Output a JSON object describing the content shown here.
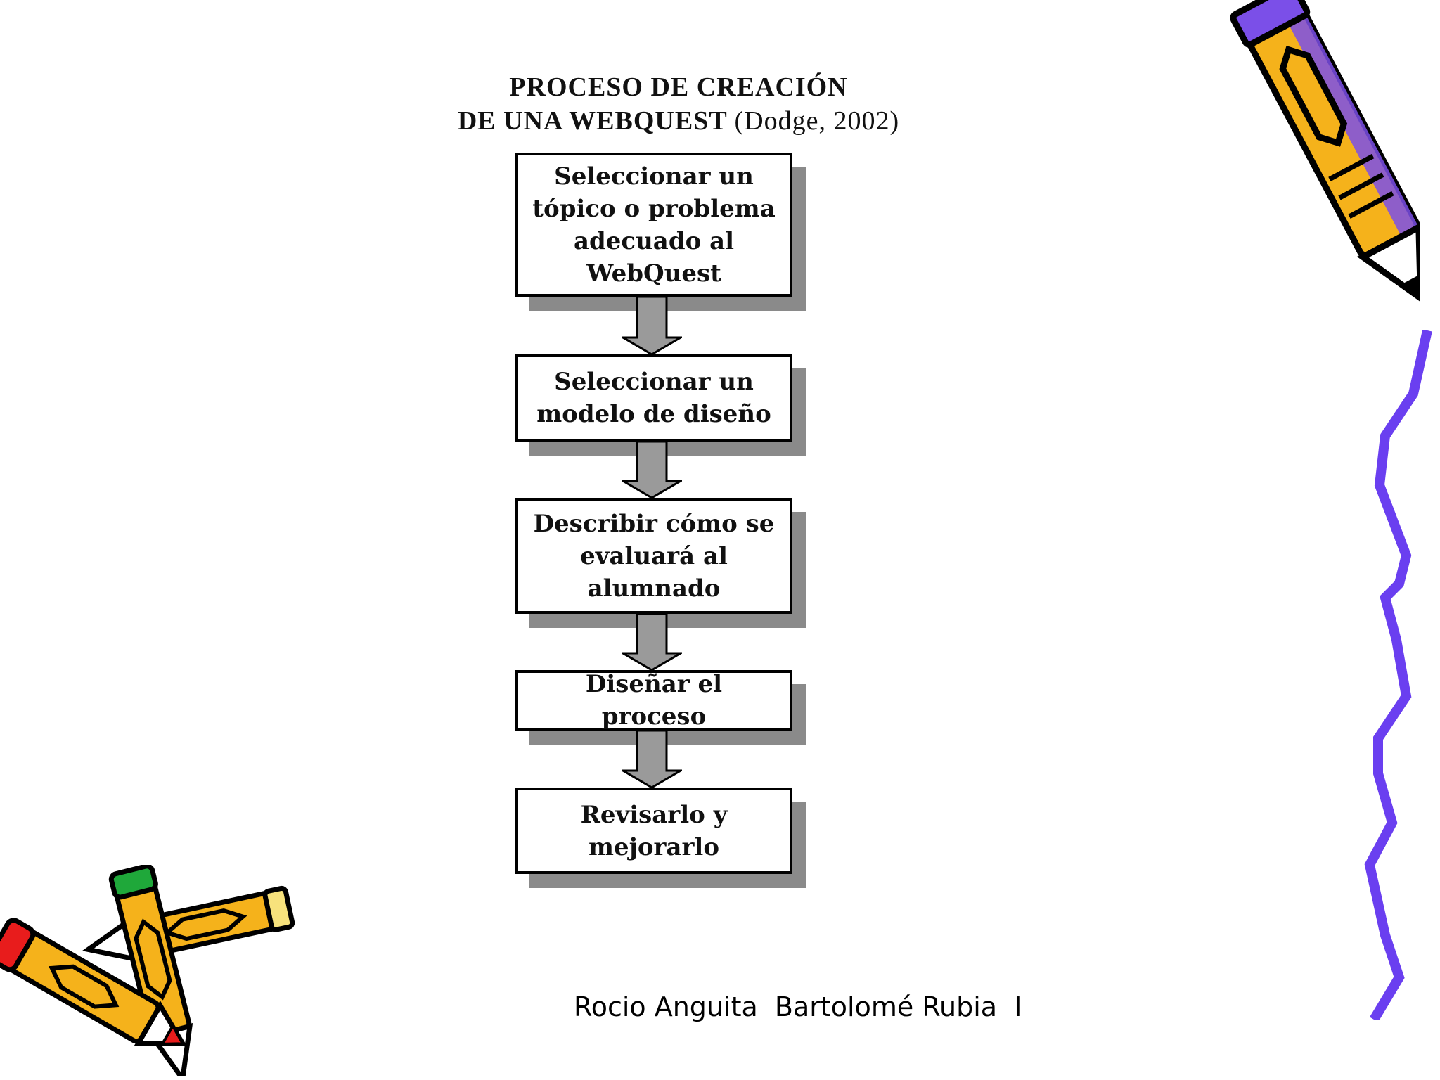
{
  "diagram": {
    "title_line1": "PROCESO DE CREACIÓN",
    "title_line2": "DE UNA WEBQUEST",
    "title_citation": "(Dodge, 2002)",
    "steps": [
      "Seleccionar un tópico o problema adecuado al WebQuest",
      "Seleccionar un modelo de diseño",
      "Describir cómo se evaluará al alumnado",
      "Diseñar el proceso",
      "Revisarlo y mejorarlo"
    ]
  },
  "footer": {
    "authors": "Rocio Anguita  Bartolomé Rubia  I"
  },
  "colors": {
    "box_border": "#000000",
    "box_shadow": "#8a8a8a",
    "arrow": "#9a9a9a",
    "pencil_yellow": "#f5b21b",
    "pencil_purple": "#7b4fe8",
    "squiggle": "#6a3ff0",
    "pencil_red": "#e81c1c",
    "pencil_green": "#1fa83a"
  },
  "icons": [
    "pencil-icon",
    "squiggle-line-icon",
    "crossed-pencils-icon",
    "down-arrow-icon"
  ]
}
